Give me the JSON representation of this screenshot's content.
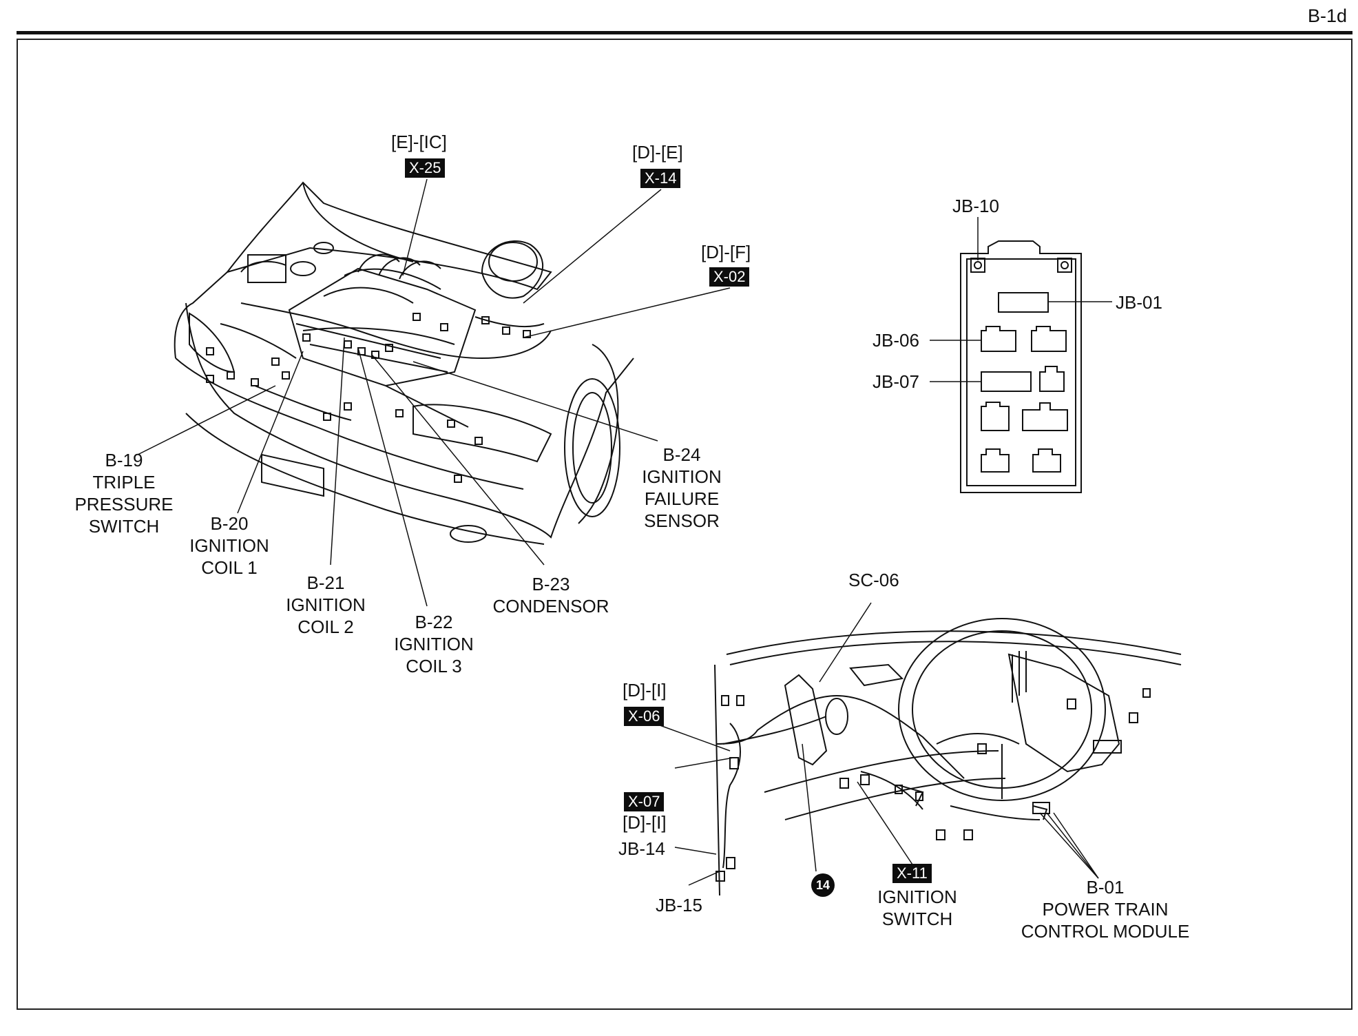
{
  "page_code": "B-1d",
  "labels": {
    "x25_conn": "[E]-[IC]",
    "x25_tag": "X-25",
    "x14_conn": "[D]-[E]",
    "x14_tag": "X-14",
    "x02_conn": "[D]-[F]",
    "x02_tag": "X-02",
    "b19": [
      "B-19",
      "TRIPLE",
      "PRESSURE",
      "SWITCH"
    ],
    "b20": [
      "B-20",
      "IGNITION",
      "COIL 1"
    ],
    "b21": [
      "B-21",
      "IGNITION",
      "COIL 2"
    ],
    "b22": [
      "B-22",
      "IGNITION",
      "COIL 3"
    ],
    "b23": [
      "B-23",
      "CONDENSOR"
    ],
    "b24": [
      "B-24",
      "IGNITION",
      "FAILURE",
      "SENSOR"
    ],
    "jb10": "JB-10",
    "jb01": "JB-01",
    "jb06": "JB-06",
    "jb07": "JB-07",
    "sc06": "SC-06",
    "x06_conn": "[D]-[I]",
    "x06_tag": "X-06",
    "x07_tag": "X-07",
    "x07_conn": "[D]-[I]",
    "jb14": "JB-14",
    "jb15": "JB-15",
    "badge14": "14",
    "x11_tag": "X-11",
    "ignition_switch": [
      "IGNITION",
      "SWITCH"
    ],
    "b01": [
      "B-01",
      "POWER TRAIN",
      "CONTROL MODULE"
    ]
  }
}
